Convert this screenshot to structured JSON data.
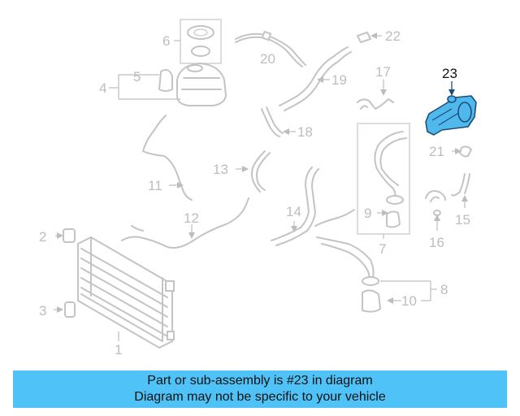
{
  "diagram": {
    "highlighted_part": "23",
    "callouts": [
      "1",
      "2",
      "3",
      "4",
      "5",
      "6",
      "7",
      "8",
      "9",
      "10",
      "11",
      "12",
      "13",
      "14",
      "15",
      "16",
      "17",
      "18",
      "19",
      "20",
      "21",
      "22",
      "23"
    ]
  },
  "banner": {
    "line1": "Part or sub-assembly is #23 in diagram",
    "line2": "Diagram may not be specific to your vehicle",
    "background": "#4fc3f7"
  },
  "colors": {
    "highlight_fill": "#4fb9ee",
    "highlight_stroke": "#1f4e79",
    "part_gray": "#c4c4c4"
  }
}
